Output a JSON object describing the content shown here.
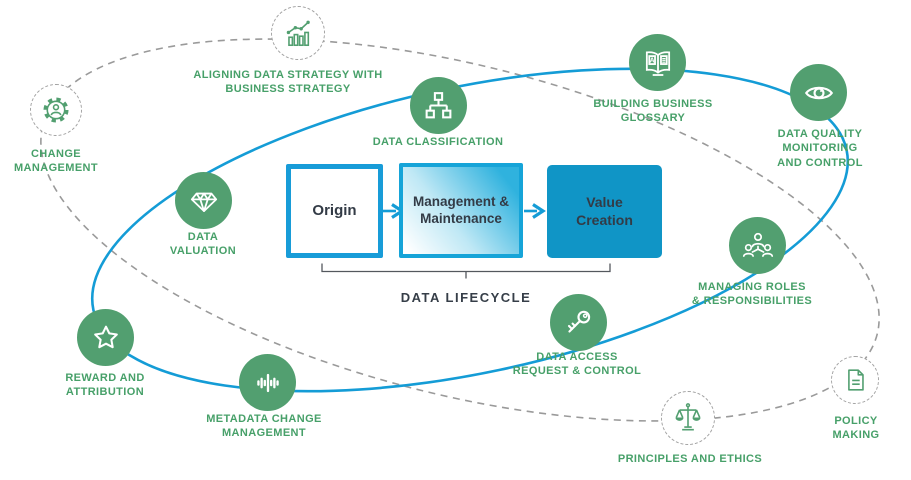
{
  "palette": {
    "node_green": "#529F70",
    "label_green": "#47A069",
    "orbit_blue": "#149CD6",
    "orbit_dashed_gray": "#9A9A9A",
    "box_border_blue": "#189CD8",
    "box_fill_blue": "#1095C6",
    "box_text_dark": "#333B46"
  },
  "lifecycle": {
    "boxes": [
      {
        "label": "Origin"
      },
      {
        "label": "Management &\nMaintenance"
      },
      {
        "label": "Value\nCreation"
      }
    ],
    "caption": "DATA LIFECYCLE"
  },
  "nodes": [
    {
      "label": "CHANGE\nMANAGEMENT",
      "icon": "gear-person-icon",
      "ring": "dashed"
    },
    {
      "label": "ALIGNING DATA STRATEGY WITH\nBUSINESS STRATEGY",
      "icon": "growth-chart-icon",
      "ring": "dashed"
    },
    {
      "label": "DATA CLASSIFICATION",
      "icon": "hierarchy-icon",
      "ring": "solid"
    },
    {
      "label": "BUILDING BUSINESS\nGLOSSARY",
      "icon": "glossary-book-icon",
      "ring": "solid"
    },
    {
      "label": "DATA QUALITY MONITORING\nAND CONTROL",
      "icon": "eye-icon",
      "ring": "solid"
    },
    {
      "label": "DATA\nVALUATION",
      "icon": "diamond-icon",
      "ring": "solid"
    },
    {
      "label": "MANAGING ROLES\n& RESPONSIBILITIES",
      "icon": "team-icon",
      "ring": "solid"
    },
    {
      "label": "REWARD AND\nATTRIBUTION",
      "icon": "star-icon",
      "ring": "solid"
    },
    {
      "label": "METADATA CHANGE\nMANAGEMENT",
      "icon": "waveform-icon",
      "ring": "solid"
    },
    {
      "label": "DATA ACCESS\nREQUEST & CONTROL",
      "icon": "key-icon",
      "ring": "solid"
    },
    {
      "label": "PRINCIPLES AND ETHICS",
      "icon": "scales-icon",
      "ring": "dashed"
    },
    {
      "label": "POLICY MAKING",
      "icon": "policy-document-icon",
      "ring": "dashed"
    }
  ]
}
